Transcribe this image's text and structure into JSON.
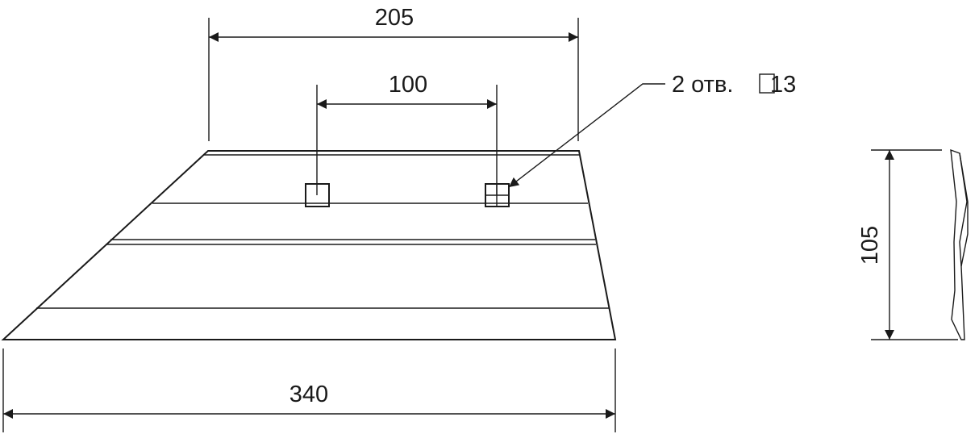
{
  "colors": {
    "line": "#1a1a1a",
    "background": "#ffffff"
  },
  "dimensions": {
    "top_width": "205",
    "hole_spacing": "100",
    "bottom_width": "340",
    "height": "105"
  },
  "callout": {
    "text": "2 отв. ",
    "size": "13",
    "symbol_icon": "square-symbol-icon"
  }
}
